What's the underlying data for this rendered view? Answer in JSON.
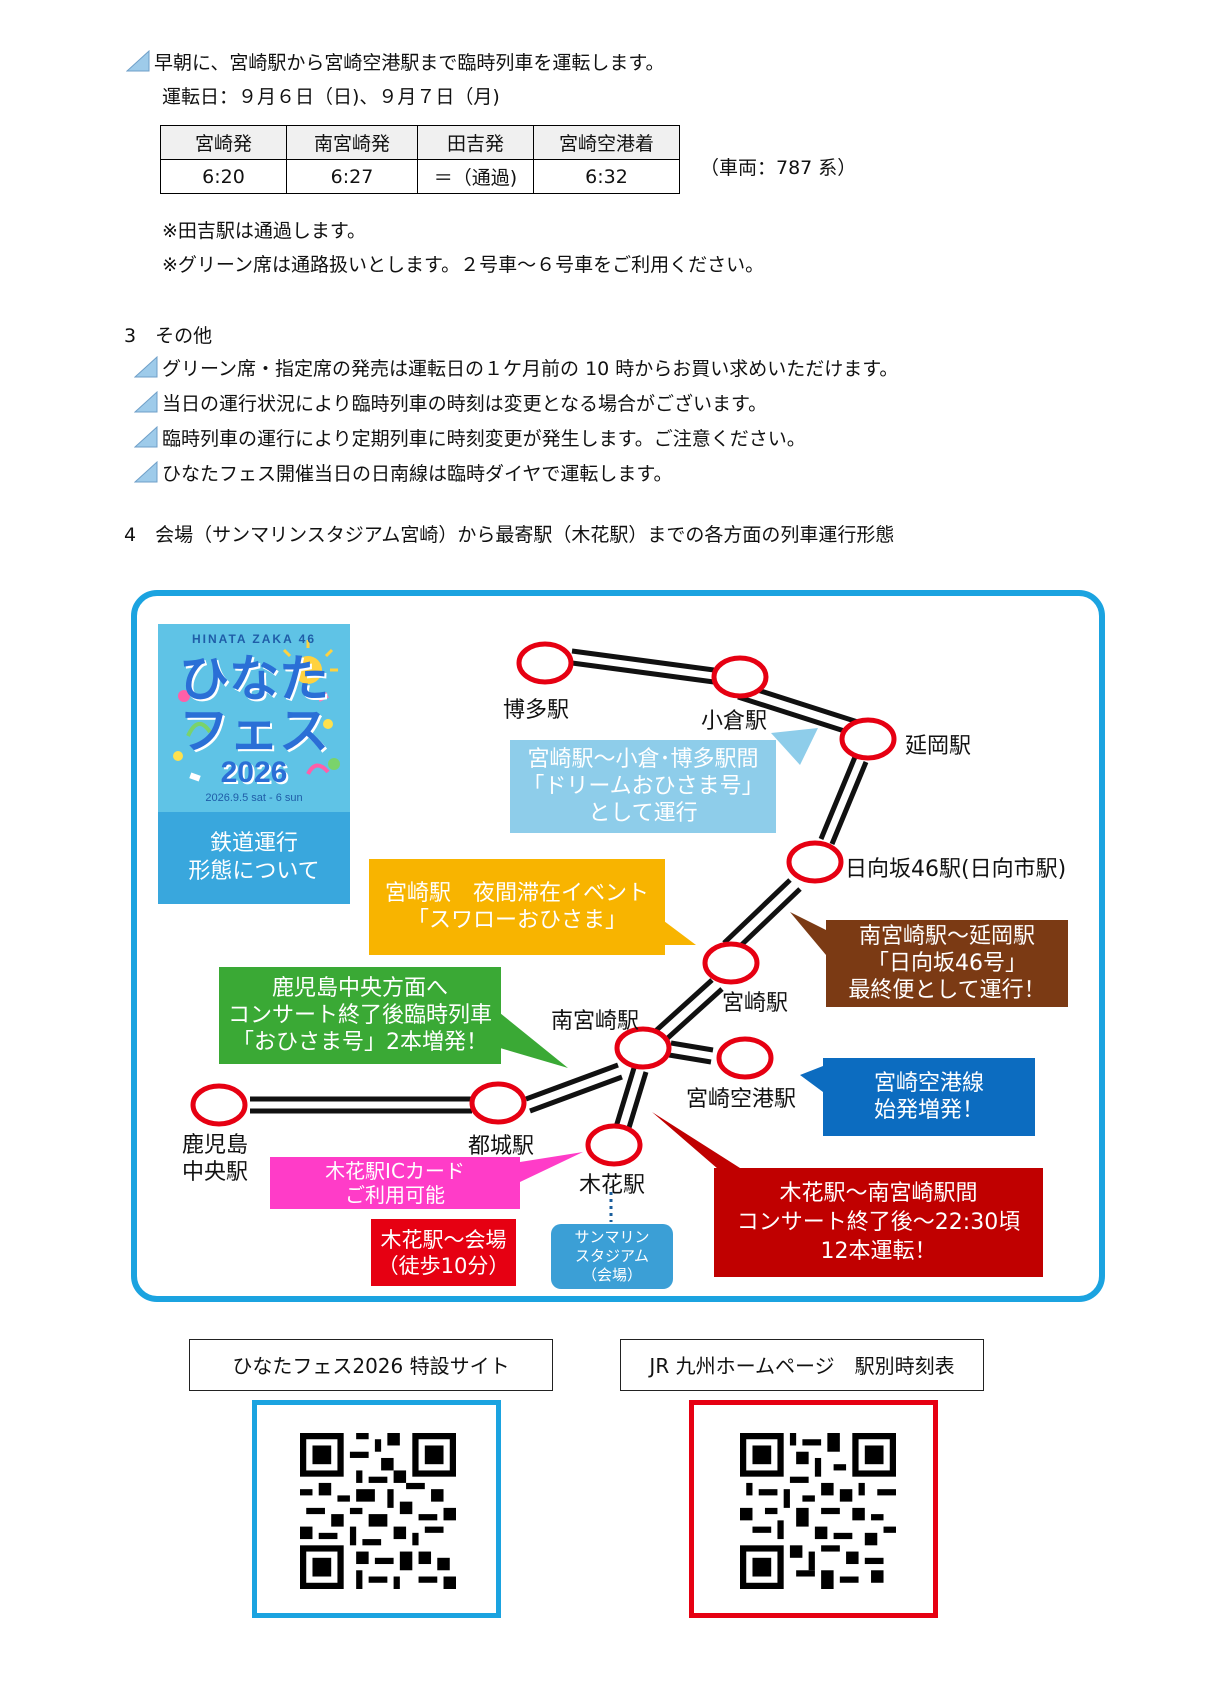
{
  "section2": {
    "intro": "早朝に、宮崎駅から宮崎空港駅まで臨時列車を運転します。",
    "date_line": "運転日：９月６日（日)、９月７日（月)",
    "table": {
      "headers": [
        "宮崎発",
        "南宮崎発",
        "田吉発",
        "宮崎空港着"
      ],
      "row": [
        "6:20",
        "6:27",
        "＝（通過)",
        "6:32"
      ]
    },
    "vehicle_note": "（車両：787 系）",
    "note1": "※田吉駅は通過します。",
    "note2": "※グリーン席は通路扱いとします。２号車～６号車をご利用ください。"
  },
  "section3": {
    "heading": "3　その他",
    "items": [
      "グリーン席・指定席の発売は運転日の１ケ月前の 10 時からお買い求めいただけます。",
      "当日の運行状況により臨時列車の時刻は変更となる場合がございます。",
      "臨時列車の運行により定期列車に時刻変更が発生します。ご注意ください。",
      "ひなたフェス開催当日の日南線は臨時ダイヤで運転します。"
    ]
  },
  "section4": {
    "heading": "4　会場（サンマリンスタジアム宮崎）から最寄駅（木花駅）までの各方面の列車運行形態"
  },
  "logo": {
    "top_text": "HINATA ZAKA 46",
    "main_line1": "ひなた",
    "main_line2": "フェス",
    "year": "2026",
    "dates": "2026.9.5 sat - 6 sun",
    "caption_line1": "鉄道運行",
    "caption_line2": "形態について"
  },
  "stations": {
    "hakata": "博多駅",
    "kokura": "小倉駅",
    "nobeoka": "延岡駅",
    "hyuga": "日向坂46駅(日向市駅)",
    "miyazaki": "宮崎駅",
    "minamimiyazaki": "南宮崎駅",
    "airport": "宮崎空港駅",
    "miyakonojo": "都城駅",
    "kagoshima_line1": "鹿児島",
    "kagoshima_line2": "中央駅",
    "kibana": "木花駅"
  },
  "callouts": {
    "dream": [
      "宮崎駅～小倉･博多駅間",
      "「ドリームおひさま号」",
      "として運行"
    ],
    "swallow": [
      "宮崎駅　夜間滞在イベント",
      "「スワローおひさま」"
    ],
    "hyugazaka": [
      "南宮崎駅～延岡駅",
      "「日向坂46号」",
      "最終便として運行！"
    ],
    "kagoshima": [
      "鹿児島中央方面へ",
      "コンサート終了後臨時列車",
      "「おひさま号」2本増発！"
    ],
    "airport_line": [
      "宮崎空港線",
      "始発増発！"
    ],
    "ic_card": [
      "木花駅ICカード",
      "ご利用可能"
    ],
    "walk": [
      "木花駅～会場",
      "（徒歩10分）"
    ],
    "stadium": [
      "サンマリン",
      "スタジアム",
      "（会場）"
    ],
    "kibana_trains": [
      "木花駅～南宮崎駅間",
      "コンサート終了後～22:30頃",
      "12本運転！"
    ]
  },
  "qr": {
    "left_title": "ひなたフェス2026 特設サイト",
    "right_title": "JR 九州ホームページ　駅別時刻表"
  },
  "colors": {
    "frame_blue": "#1ba3e0",
    "station_red": "#e60012",
    "light_blue": "#8ecdea",
    "yellow": "#f8b400",
    "brown": "#7b3a14",
    "green": "#3aa935",
    "blue": "#0c6cc0",
    "magenta": "#ff3cc8",
    "red": "#e60012",
    "dark_red": "#c00000",
    "stadium_blue": "#3b9fd6"
  }
}
